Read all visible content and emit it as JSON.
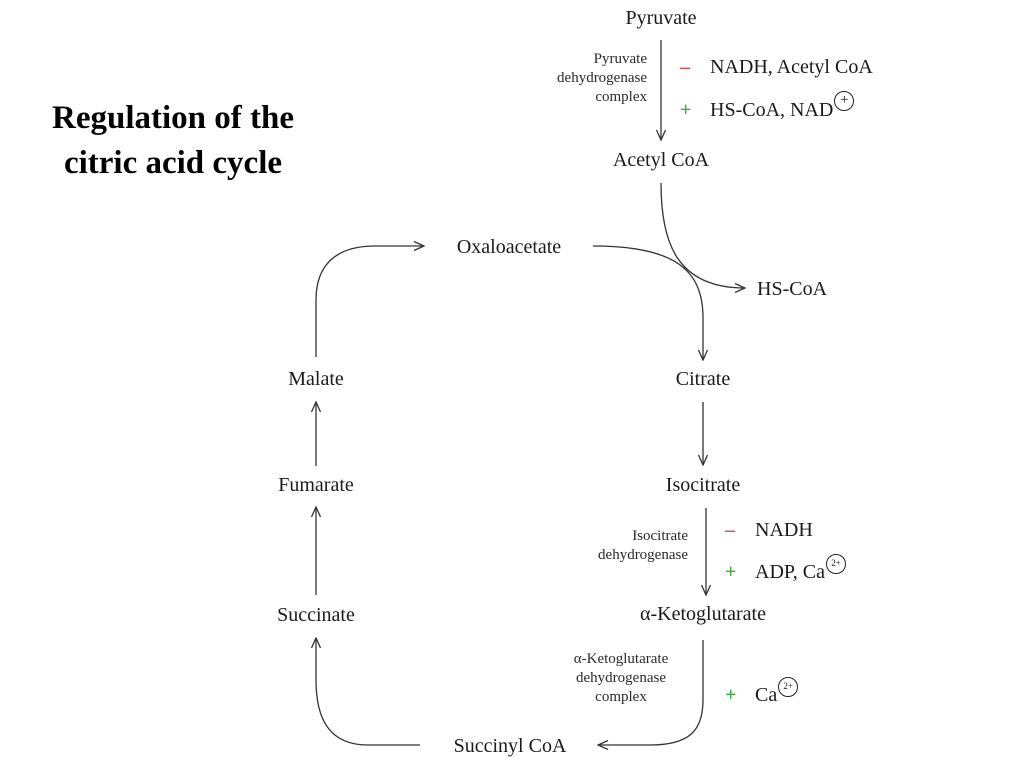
{
  "title": {
    "line1": "Regulation of the",
    "line2": "citric acid cycle"
  },
  "metabolites": {
    "pyruvate": "Pyruvate",
    "acetyl_coa": "Acetyl CoA",
    "oxaloacetate": "Oxaloacetate",
    "hs_coa": "HS-CoA",
    "citrate": "Citrate",
    "isocitrate": "Isocitrate",
    "ketoglutarate": "α-Ketoglutarate",
    "succinyl_coa": "Succinyl CoA",
    "succinate": "Succinate",
    "fumarate": "Fumarate",
    "malate": "Malate"
  },
  "enzymes": {
    "pdh": [
      "Pyruvate",
      "dehydrogenase",
      "complex"
    ],
    "idh": [
      "Isocitrate",
      "dehydrogenase"
    ],
    "akgdh": [
      "α-Ketoglutarate",
      "dehydrogenase",
      "complex"
    ]
  },
  "regulators": {
    "pdh": {
      "inhibit_sign": "–",
      "inhibit": "NADH, Acetyl CoA",
      "activate_sign": "+",
      "activate": "HS-CoA, NAD",
      "activate_ion": "+"
    },
    "idh": {
      "inhibit_sign": "–",
      "inhibit": "NADH",
      "activate_sign": "+",
      "activate": "ADP, Ca",
      "activate_ion": "2+"
    },
    "akgdh": {
      "activate_sign": "+",
      "activate": "Ca",
      "activate_ion": "2+"
    }
  },
  "colors": {
    "inhibit": "#d9534f",
    "activate": "#3cb043",
    "arrow": "#333333"
  }
}
